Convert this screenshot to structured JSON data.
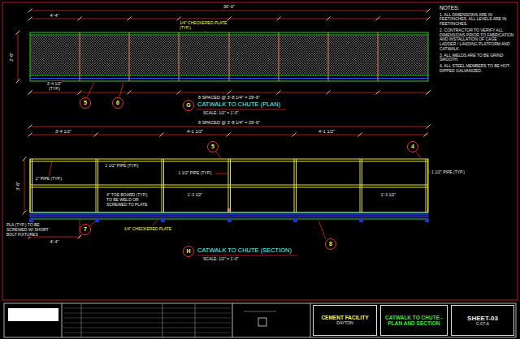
{
  "diagram": {
    "nodes": [
      {
        "text": [
          "G"
        ]
      },
      {
        "text": [
          "H"
        ]
      },
      {
        "text": [
          "5"
        ]
      },
      {
        "text": [
          "6"
        ]
      },
      {
        "text": [
          "5"
        ]
      },
      {
        "text": [
          "4"
        ]
      },
      {
        "text": [
          "7"
        ]
      },
      {
        "text": [
          "8"
        ]
      },
      {
        "text": [
          "CEMENT FACILITY",
          "DAYTON"
        ]
      },
      {
        "text": [
          "CATWALK TO CHUTE - PLAN AND SECTION"
        ]
      },
      {
        "text": [
          "SHEET-03",
          "C-07-A"
        ]
      }
    ],
    "labels": [
      "NOTES:",
      "1. ALL DIMENSIONS ARE IN FEET/INCHES. ALL LEVELS ARE IN FEET/INCHES.",
      "2. CONTRACTOR TO VERIFY ALL DIMENSIONS PRIOR TO FABRICATION AND INSTALLATION OF CAGE LADDER / LANDING PLATFORM AND CATWALK.",
      "3. ALL WELDS ARE TO BE GRIND SMOOTH.",
      "4. ALL STEEL MEMBERS TO BE HOT-DIPPED GALVANIZED.",
      "30'-0\"",
      "4'-4\"",
      "1/4\" CHECKERED PLATE (TYP.)",
      "2'-6\"",
      "3'-4 1/2\"",
      "(TYP.)",
      "8 SPACED @ 3'-8 1/4\" = 29'-6\"",
      "CATWALK TO CHUTE (PLAN)",
      "SCALE: 1/2\" = 1'-0\"",
      "8 SPACED @ 3'-8 1/4\" = 29'-6\"",
      "3'-4 1/2\"",
      "4'-1 1/2\"",
      "4'-1 1/2\"",
      "1 1/2\" PIPE (TYP.)",
      "1 1/2\" PIPE (TYP.)",
      "1\" PIPE (TYP.)",
      "3'-6\"",
      "1'-3 1/2\"",
      "1'-3 1/2\"",
      "4\" TOE BOARD (TYP.) TO BE WELD OR SCREWED TO PLATE",
      "1/4\" CHECKERED PLATE",
      "PLA (TYP.) TO BE SCREWED W/ SHORT BOLT FIXTURES",
      "4'-4\"",
      "1 1/2\" PIPE (TYP.)",
      "CATWALK TO CHUTE (SECTION)",
      "SCALE: 1/2\" = 1'-0\""
    ]
  }
}
